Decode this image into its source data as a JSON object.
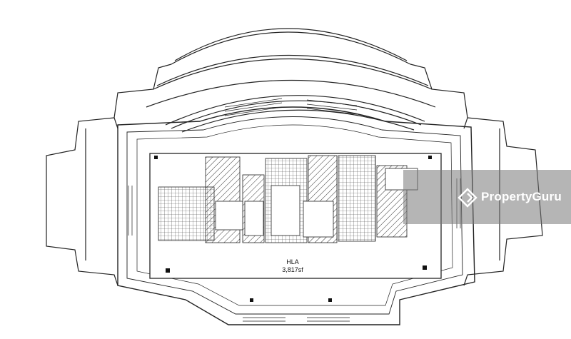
{
  "plan": {
    "area_label": "HLA",
    "area_value": "3,817sf"
  },
  "watermark": {
    "brand": "PropertyGuru",
    "logo_icon": "propertyguru-logo-icon",
    "band_color": "#7a7a7a"
  },
  "colors": {
    "line": "#222222",
    "background": "#ffffff",
    "hatch": "#333333"
  }
}
